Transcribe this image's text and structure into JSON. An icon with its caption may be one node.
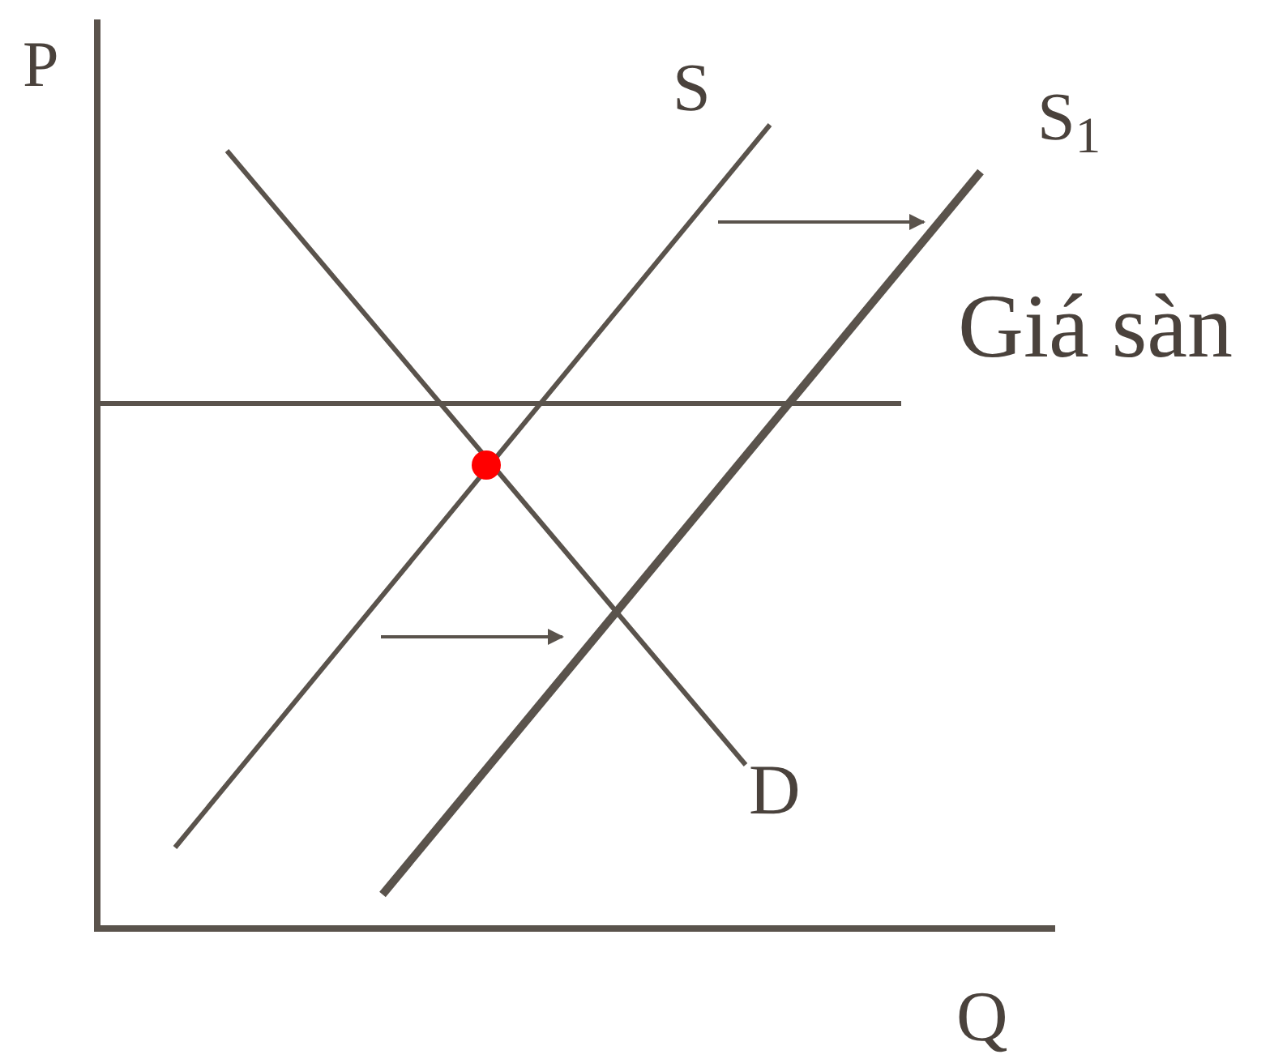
{
  "diagram": {
    "labels": [
      "P",
      "S",
      "S$_{1}$",
      "Giá sàn",
      "D",
      "Q"
    ]
  }
}
